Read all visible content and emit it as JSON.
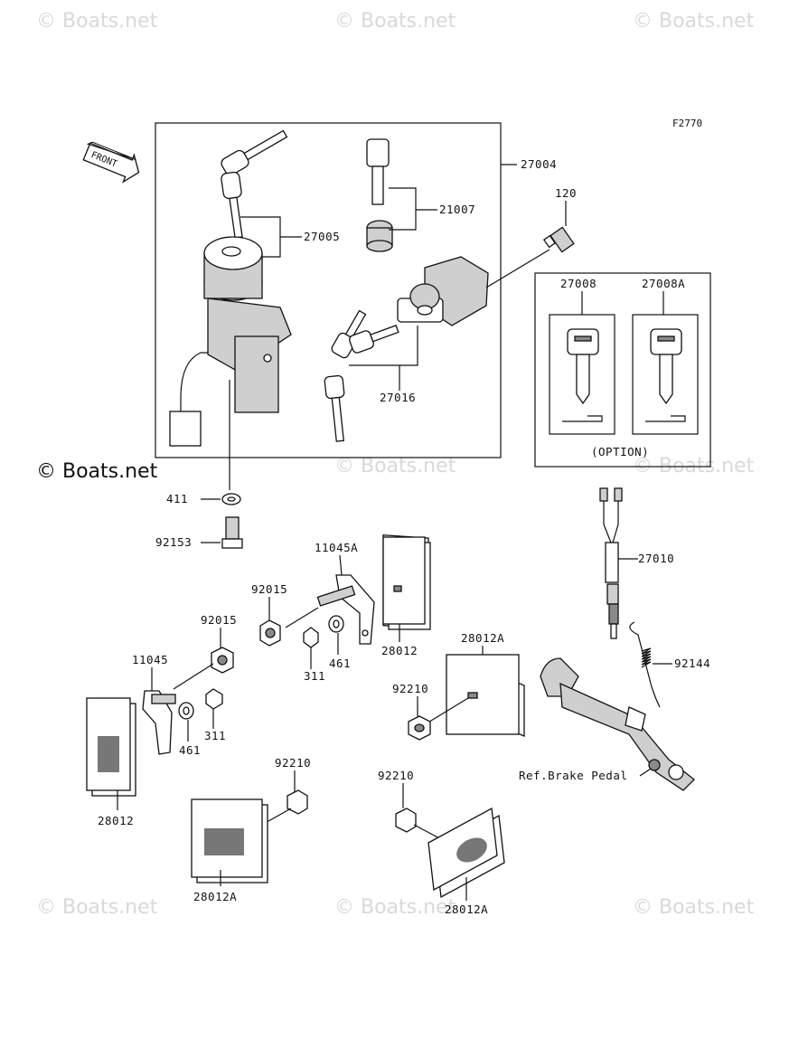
{
  "figure_code": "F2770",
  "front_label": "FRONT",
  "watermark": "© Boats.net",
  "option_label": "(OPTION)",
  "parts": {
    "p27004": "27004",
    "p27005": "27005",
    "p21007": "21007",
    "p120": "120",
    "p27016": "27016",
    "p27008": "27008",
    "p27008A": "27008A",
    "p411": "411",
    "p92153": "92153",
    "p11045A": "11045A",
    "p92015a": "92015",
    "p92015b": "92015",
    "p311a": "311",
    "p461a": "461",
    "p11045": "11045",
    "p461b": "461",
    "p311b": "311",
    "p28012a": "28012",
    "p28012b": "28012",
    "p28012Aa": "28012A",
    "p92210a": "92210",
    "p92210b": "92210",
    "p92210c": "92210",
    "p28012Ab": "28012A",
    "p28012Ac": "28012A",
    "p27010": "27010",
    "p92144": "92144",
    "ref_brake": "Ref.Brake Pedal"
  }
}
